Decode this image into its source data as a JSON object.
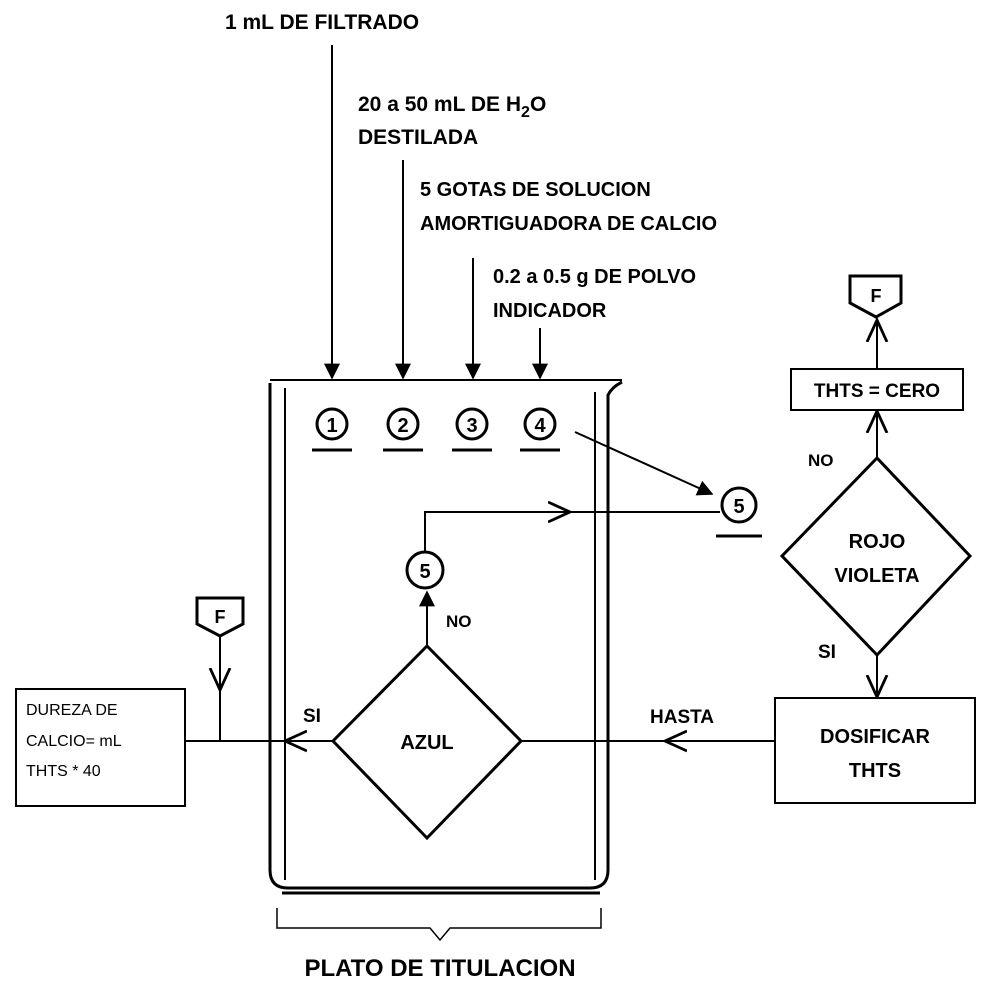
{
  "reagents": {
    "r1": "1 mL DE FILTRADO",
    "r2_line1_pre": "20 a 50 mL DE H",
    "r2_line1_sub": "2",
    "r2_line1_post": "O",
    "r2_line2": "DESTILADA",
    "r3_line1": "5 GOTAS DE SOLUCION",
    "r3_line2": "AMORTIGUADORA DE CALCIO",
    "r4_line1": "0.2 a 0.5 g DE POLVO",
    "r4_line2": "INDICADOR"
  },
  "steps": [
    "1",
    "2",
    "3",
    "4"
  ],
  "connector5": "5",
  "terminals": {
    "end": "F"
  },
  "decisions": {
    "azul": "AZUL",
    "rojo_line1": "ROJO",
    "rojo_line2": "VIOLETA"
  },
  "processes": {
    "thts_cero": "THTS = CERO",
    "dosificar_line1": "DOSIFICAR",
    "dosificar_line2": "THTS",
    "dureza_line1": "DUREZA DE",
    "dureza_line2": "CALCIO= mL",
    "dureza_line3": "THTS * 40"
  },
  "edge_labels": {
    "no": "NO",
    "si": "SI",
    "hasta": "HASTA"
  },
  "caption": "PLATO DE TITULACION"
}
